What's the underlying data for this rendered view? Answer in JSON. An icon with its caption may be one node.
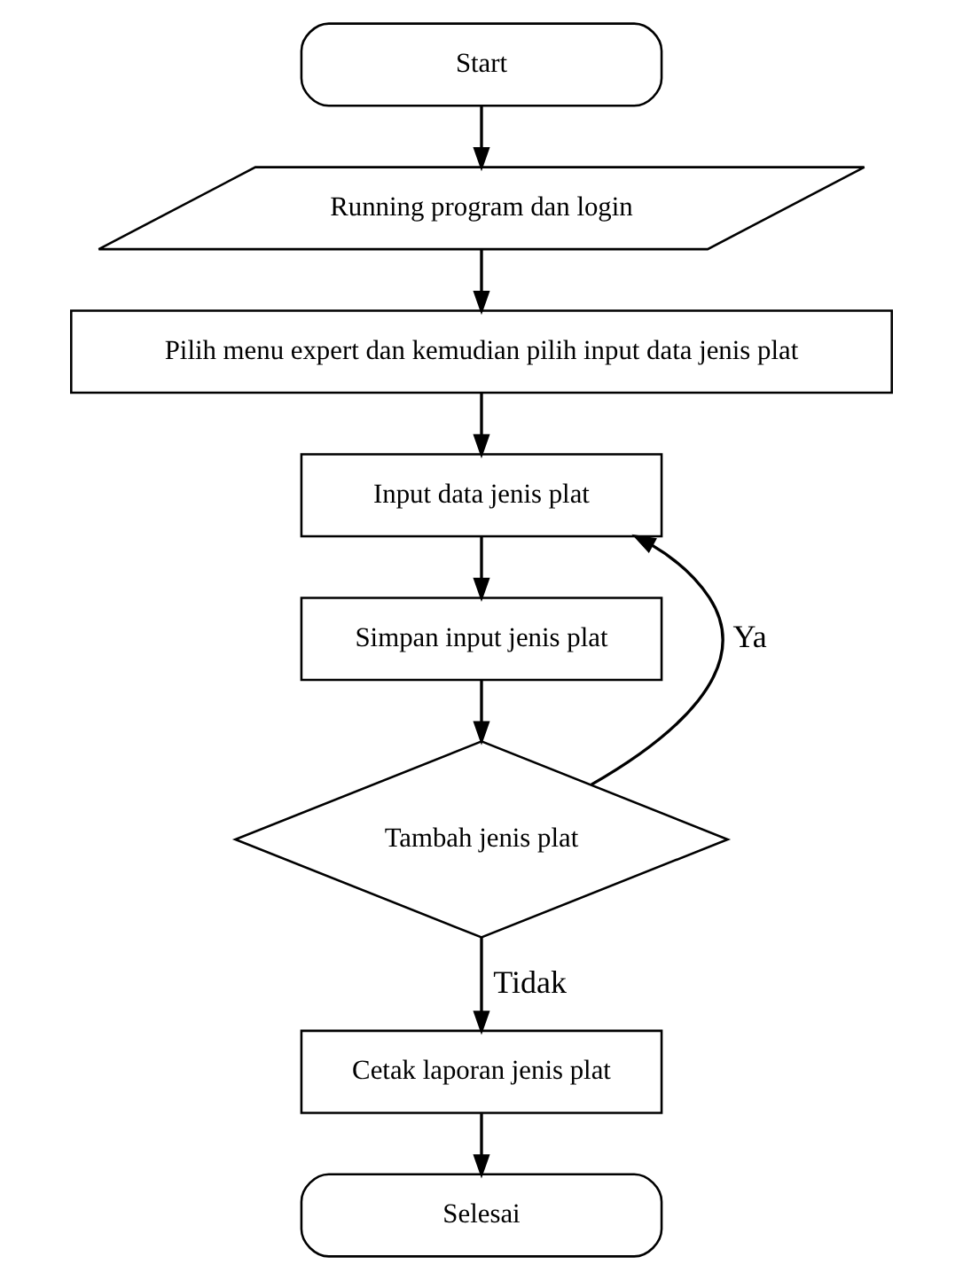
{
  "diagram": {
    "nodes": [
      {
        "text": [
          "Start"
        ]
      },
      {
        "text": [
          "Running program dan login"
        ]
      },
      {
        "text": [
          "Pilih menu expert dan kemudian pilih input data jenis plat"
        ]
      },
      {
        "text": [
          "Input data jenis plat"
        ]
      },
      {
        "text": [
          "Simpan input jenis plat"
        ]
      },
      {
        "text": [
          "Tambah jenis plat"
        ]
      },
      {
        "text": [
          "Cetak laporan jenis plat"
        ]
      },
      {
        "text": [
          "Selesai"
        ]
      }
    ],
    "edges": [
      {
        "from": 0,
        "to": 1,
        "arrow": "to"
      },
      {
        "from": 1,
        "to": 2,
        "arrow": "to"
      },
      {
        "from": 2,
        "to": 3,
        "arrow": "to"
      },
      {
        "from": 3,
        "to": 4,
        "arrow": "to"
      },
      {
        "from": 4,
        "to": 5,
        "arrow": "to"
      },
      {
        "from": 5,
        "to": 3,
        "arrow": "to",
        "label": "Ya"
      },
      {
        "from": 5,
        "to": 6,
        "arrow": "to",
        "label": "Tidak"
      },
      {
        "from": 6,
        "to": 7,
        "arrow": "to"
      }
    ]
  }
}
